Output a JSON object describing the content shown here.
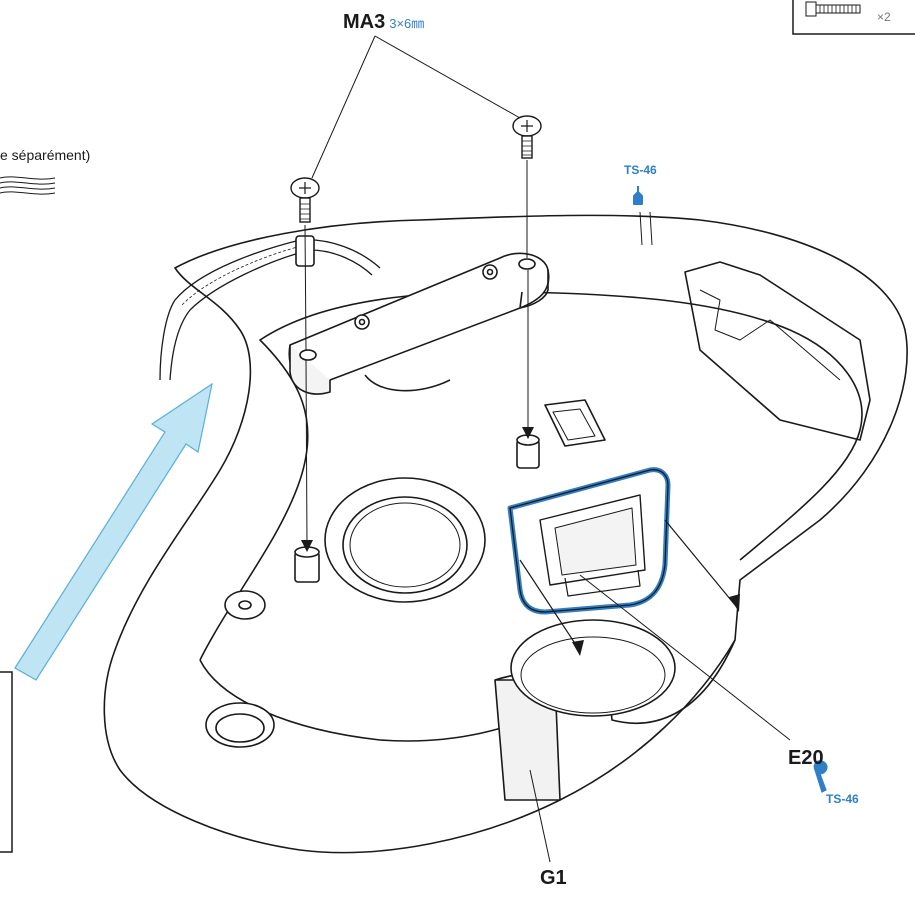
{
  "labels": {
    "screw_code": "MA3",
    "screw_size": "3×6㎜",
    "french_note": "e séparément)",
    "glue_top": "TS-46",
    "glue_bottom": "TS-46",
    "part_e20": "E20",
    "part_g1": "G1",
    "qty": "×2"
  },
  "colors": {
    "accent_blue": "#2f7fc8",
    "light_blue_arrow": "#8fcfe8",
    "line": "#1a1a1a"
  },
  "icons": [
    "screw-icon",
    "glue-bottle-icon",
    "arrow-icon"
  ]
}
